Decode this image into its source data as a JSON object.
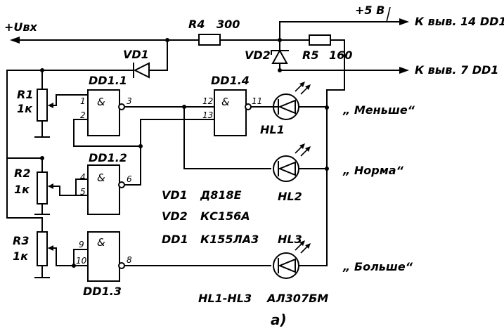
{
  "labels": {
    "uin": "+Uвх",
    "r4": "R4",
    "r4_val": "300",
    "supply": "+5 В",
    "pin14": "К выв. 14 DD1",
    "pin7": "К выв. 7 DD1",
    "vd1": "VD1",
    "vd2": "VD2",
    "r5": "R5",
    "r5_val": "160",
    "dd11": "DD1.1",
    "dd12": "DD1.2",
    "dd13": "DD1.3",
    "dd14": "DD1.4",
    "r1": "R1",
    "r1_val": "1к",
    "r2": "R2",
    "r2_val": "1к",
    "r3": "R3",
    "r3_val": "1к",
    "hl1": "HL1",
    "hl2": "HL2",
    "hl3": "HL3",
    "less": "„ Меньше“",
    "norm": "„ Норма“",
    "more": "„ Больше“",
    "and": "&",
    "p1": "1",
    "p2": "2",
    "p3": "3",
    "p4": "4",
    "p5": "5",
    "p6": "6",
    "p9": "9",
    "p10": "10",
    "p8": "8",
    "p12": "12",
    "p13": "13",
    "p11": "11",
    "legend_vd1": "VD1",
    "legend_vd1_type": "Д818Е",
    "legend_vd2": "VD2",
    "legend_vd2_type": "КС156А",
    "legend_dd1": "DD1",
    "legend_dd1_type": "К155ЛА3",
    "legend_hl": "HL1-HL3",
    "legend_hl_type": "АЛ307БМ",
    "fig": "а)"
  }
}
